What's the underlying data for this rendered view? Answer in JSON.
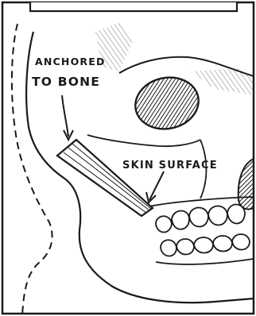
{
  "labels": {
    "anchored_line1": "ANCHORED",
    "anchored_line2": "TO BONE",
    "skin_surface": "SKIN SURFACE"
  },
  "colors": {
    "ink": "#1a1a1a",
    "paper": "#ffffff",
    "shade": "#3a3a3a"
  }
}
